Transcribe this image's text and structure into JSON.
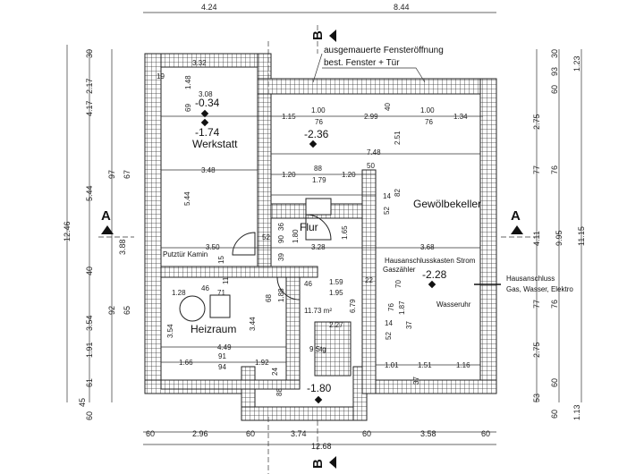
{
  "rooms": {
    "werkstatt": "Werkstatt",
    "gewoelbekeller": "Gewölbekeller",
    "flur": "Flur",
    "heizraum": "Heizraum"
  },
  "elevations": {
    "werkstatt_top": "-0.34",
    "werkstatt": "-1.74",
    "keller": "-2.36",
    "gewoelbe": "-2.28",
    "stair": "-1.80"
  },
  "annotations": {
    "window_line1": "ausgemauerte  Fensteröffnung",
    "window_line2": "best. Fenster + Tür",
    "hausanschlusskasten": "Hausanschlusskasten Strom",
    "gaszaehler": "Gaszähler",
    "wasseruhr": "Wasseruhr",
    "hausanschluss1": "Hausanschluss",
    "hausanschluss2": "Gas, Wasser, Elektro",
    "putztuer": "Putztür Kamin",
    "area": "11.73 m²",
    "steps": "9 Stg"
  },
  "sections": {
    "b_top": "B",
    "b_bottom": "B",
    "a_left": "A",
    "a_right": "A"
  },
  "dims": {
    "top": [
      "4.24",
      "8.44"
    ],
    "bottom_row1": [
      "60",
      "2.96",
      "60",
      "3.74",
      "60",
      "3.58",
      "60"
    ],
    "bottom_total": "12.68",
    "left_outer": "12.46",
    "left_mid": [
      "4.17",
      "5.44",
      "40",
      "3.54",
      "1.91",
      "61",
      "60"
    ],
    "left_inner": [
      "30",
      "2.17",
      "97",
      "67",
      "3.88",
      "92",
      "65",
      "45"
    ],
    "right_inner": [
      "30",
      "1.23",
      "93",
      "60",
      "2.75",
      "77",
      "76",
      "4.11",
      "77",
      "76",
      "2.75",
      "60",
      "53",
      "60",
      "1.13"
    ],
    "right_mid": "9.95",
    "right_outer": "11.15",
    "interior": [
      "3.32",
      "1.48",
      "19",
      "3.08",
      "69",
      "1.15",
      "1.00",
      "76",
      "2.99",
      "40",
      "1.00",
      "76",
      "1.34",
      "7.48",
      "2.51",
      "3.48",
      "5.44",
      "1.20",
      "88",
      "1.79",
      "1.20",
      "50",
      "14",
      "82",
      "52",
      "36",
      "52",
      "90",
      "1.80",
      "39",
      "1.65",
      "3.50",
      "3.28",
      "3.68",
      "15",
      "11",
      "1.28",
      "46",
      "71",
      "68",
      "1.88",
      "46",
      "1.59",
      "1.95",
      "22",
      "70",
      "76",
      "1.87",
      "37",
      "14",
      "52",
      "6.79",
      "2.27",
      "3.54",
      "3.44",
      "4.49",
      "1.66",
      "91",
      "94",
      "1.92",
      "24",
      "88",
      "1.01",
      "1.51",
      "1.16",
      "37"
    ]
  }
}
